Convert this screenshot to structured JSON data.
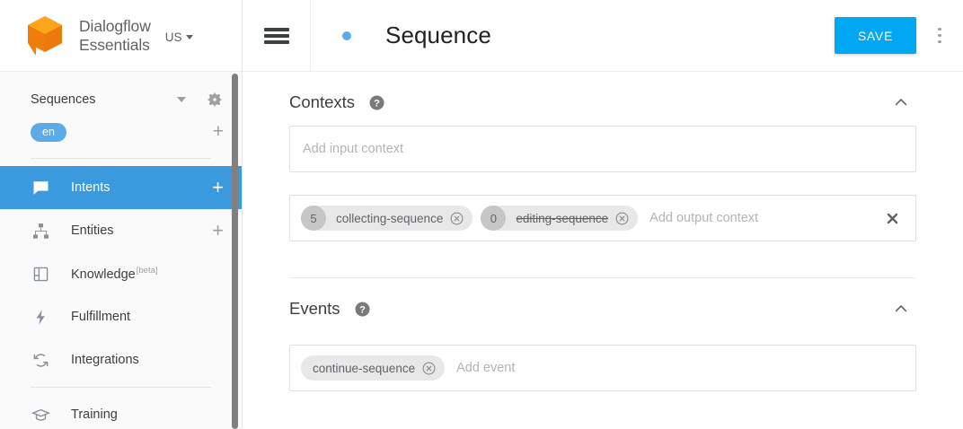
{
  "brand": {
    "logo_icon": "dialogflow-cube-logo",
    "name_line1": "Dialogflow",
    "name_line2": "Essentials",
    "region": "US",
    "region_caret_icon": "caret-down-icon"
  },
  "sidebar": {
    "agent": {
      "name": "Sequences",
      "dropdown_icon": "caret-down-icon",
      "settings_icon": "gear-icon"
    },
    "language": {
      "chip": "en",
      "add_icon": "plus-icon"
    },
    "items": [
      {
        "label": "Intents",
        "icon": "chat-bubble-icon",
        "active": true,
        "action": "+"
      },
      {
        "label": "Entities",
        "icon": "hierarchy-icon",
        "active": false,
        "action": "+"
      },
      {
        "label": "Knowledge",
        "icon": "book-icon",
        "active": false,
        "badge": "[beta]"
      },
      {
        "label": "Fulfillment",
        "icon": "lightning-bolt-icon",
        "active": false
      },
      {
        "label": "Integrations",
        "icon": "sync-arrows-icon",
        "active": false
      },
      {
        "label": "Training",
        "icon": "graduation-cap-icon",
        "active": false
      }
    ],
    "scrollbar": "vertical-scrollbar"
  },
  "topbar": {
    "menu_icon": "hamburger-menu-icon",
    "status_dot": "status-dot",
    "title": "Sequence",
    "save_label": "SAVE",
    "overflow_icon": "kebab-menu-icon"
  },
  "sections": {
    "contexts": {
      "title": "Contexts",
      "help_icon": "help-circle-icon",
      "collapse_icon": "chevron-up-icon",
      "input_placeholder": "Add input context",
      "output_placeholder": "Add output context",
      "clear_icon": "close-x-icon",
      "output_chips": [
        {
          "count": "5",
          "label": "collecting-sequence",
          "expired": false,
          "remove_icon": "remove-circle-icon"
        },
        {
          "count": "0",
          "label": "editing-sequence",
          "expired": true,
          "remove_icon": "remove-circle-icon"
        }
      ]
    },
    "events": {
      "title": "Events",
      "help_icon": "help-circle-icon",
      "collapse_icon": "chevron-up-icon",
      "placeholder": "Add event",
      "chips": [
        {
          "label": "continue-sequence",
          "remove_icon": "remove-circle-icon"
        }
      ]
    }
  },
  "colors": {
    "save_blue": "#00a8f3",
    "active_nav_blue": "#3b9ade",
    "lang_chip_blue": "#5cabe8",
    "logo_orange": "#f58220",
    "logo_orange_light": "#faa21b"
  }
}
